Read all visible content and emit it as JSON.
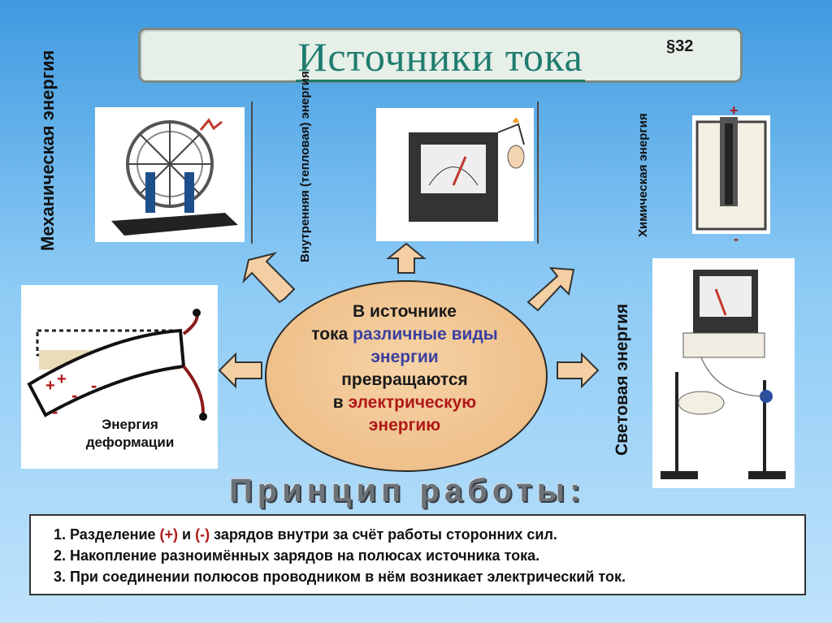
{
  "title": "Источники тока",
  "paragraph": "§32",
  "labels": {
    "mechanical": "Механическая энергия",
    "thermal": "Внутренняя (тепловая) энергия",
    "chemical": "Химическая энергия",
    "light": "Световая энергия",
    "deformation_line1": "Энергия",
    "deformation_line2": "деформации"
  },
  "center": {
    "line1": "В источнике",
    "line2_a": "тока ",
    "line2_b": "различные виды",
    "line3": "энергии",
    "line4": "превращаются",
    "line5_a": "в ",
    "line5_b": "электрическую",
    "line6": "энергию"
  },
  "principle_title": "Принцип работы:",
  "principles": [
    {
      "a": "Разделение ",
      "plus": "(+)",
      "b": " и ",
      "minus": "(-)",
      "c": " зарядов внутри за счёт работы сторонних сил."
    },
    {
      "text": "Накопление разноимённых зарядов на полюсах источника тока."
    },
    {
      "text": "При соединении полюсов проводником в нём возникает электрический ток."
    }
  ],
  "signs": {
    "plus": "+",
    "minus": "-"
  },
  "colors": {
    "title": "#1f7c6f",
    "arrow_fill": "#f4cfa3",
    "ellipse": "#efc08a",
    "accent_red": "#b01818",
    "accent_blue": "#3a3fa0"
  }
}
